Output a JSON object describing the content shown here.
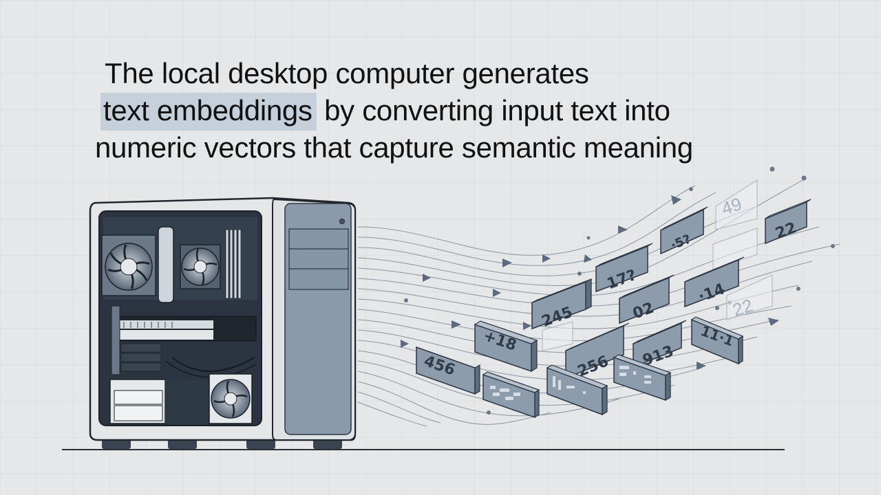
{
  "caption": {
    "line1": "The local desktop computer generates",
    "line2_highlight": "text embeddings",
    "line2_rest": " by converting input text into",
    "line3": "numeric vectors that capture semantic meaning"
  },
  "vector_blocks": [
    {
      "label": "456"
    },
    {
      "label": "+18"
    },
    {
      "label": "245"
    },
    {
      "label": "17?"
    },
    {
      "label": "·5?"
    },
    {
      "label": "22"
    },
    {
      "label": "02"
    },
    {
      "label": "·14"
    },
    {
      "label": "256"
    },
    {
      "label": "913"
    },
    {
      "label": "11·1"
    },
    {
      "label": "49"
    },
    {
      "label": "22"
    }
  ],
  "colors": {
    "background": "#e6e7e8",
    "highlight": "#c5d0da",
    "case_body": "#e4e6e8",
    "case_panel": "#8a9aab",
    "case_interior": "#2b3440",
    "block_face": "#8d9cad",
    "block_side": "#5e6d7e",
    "flow_lines": "#7a8593"
  }
}
